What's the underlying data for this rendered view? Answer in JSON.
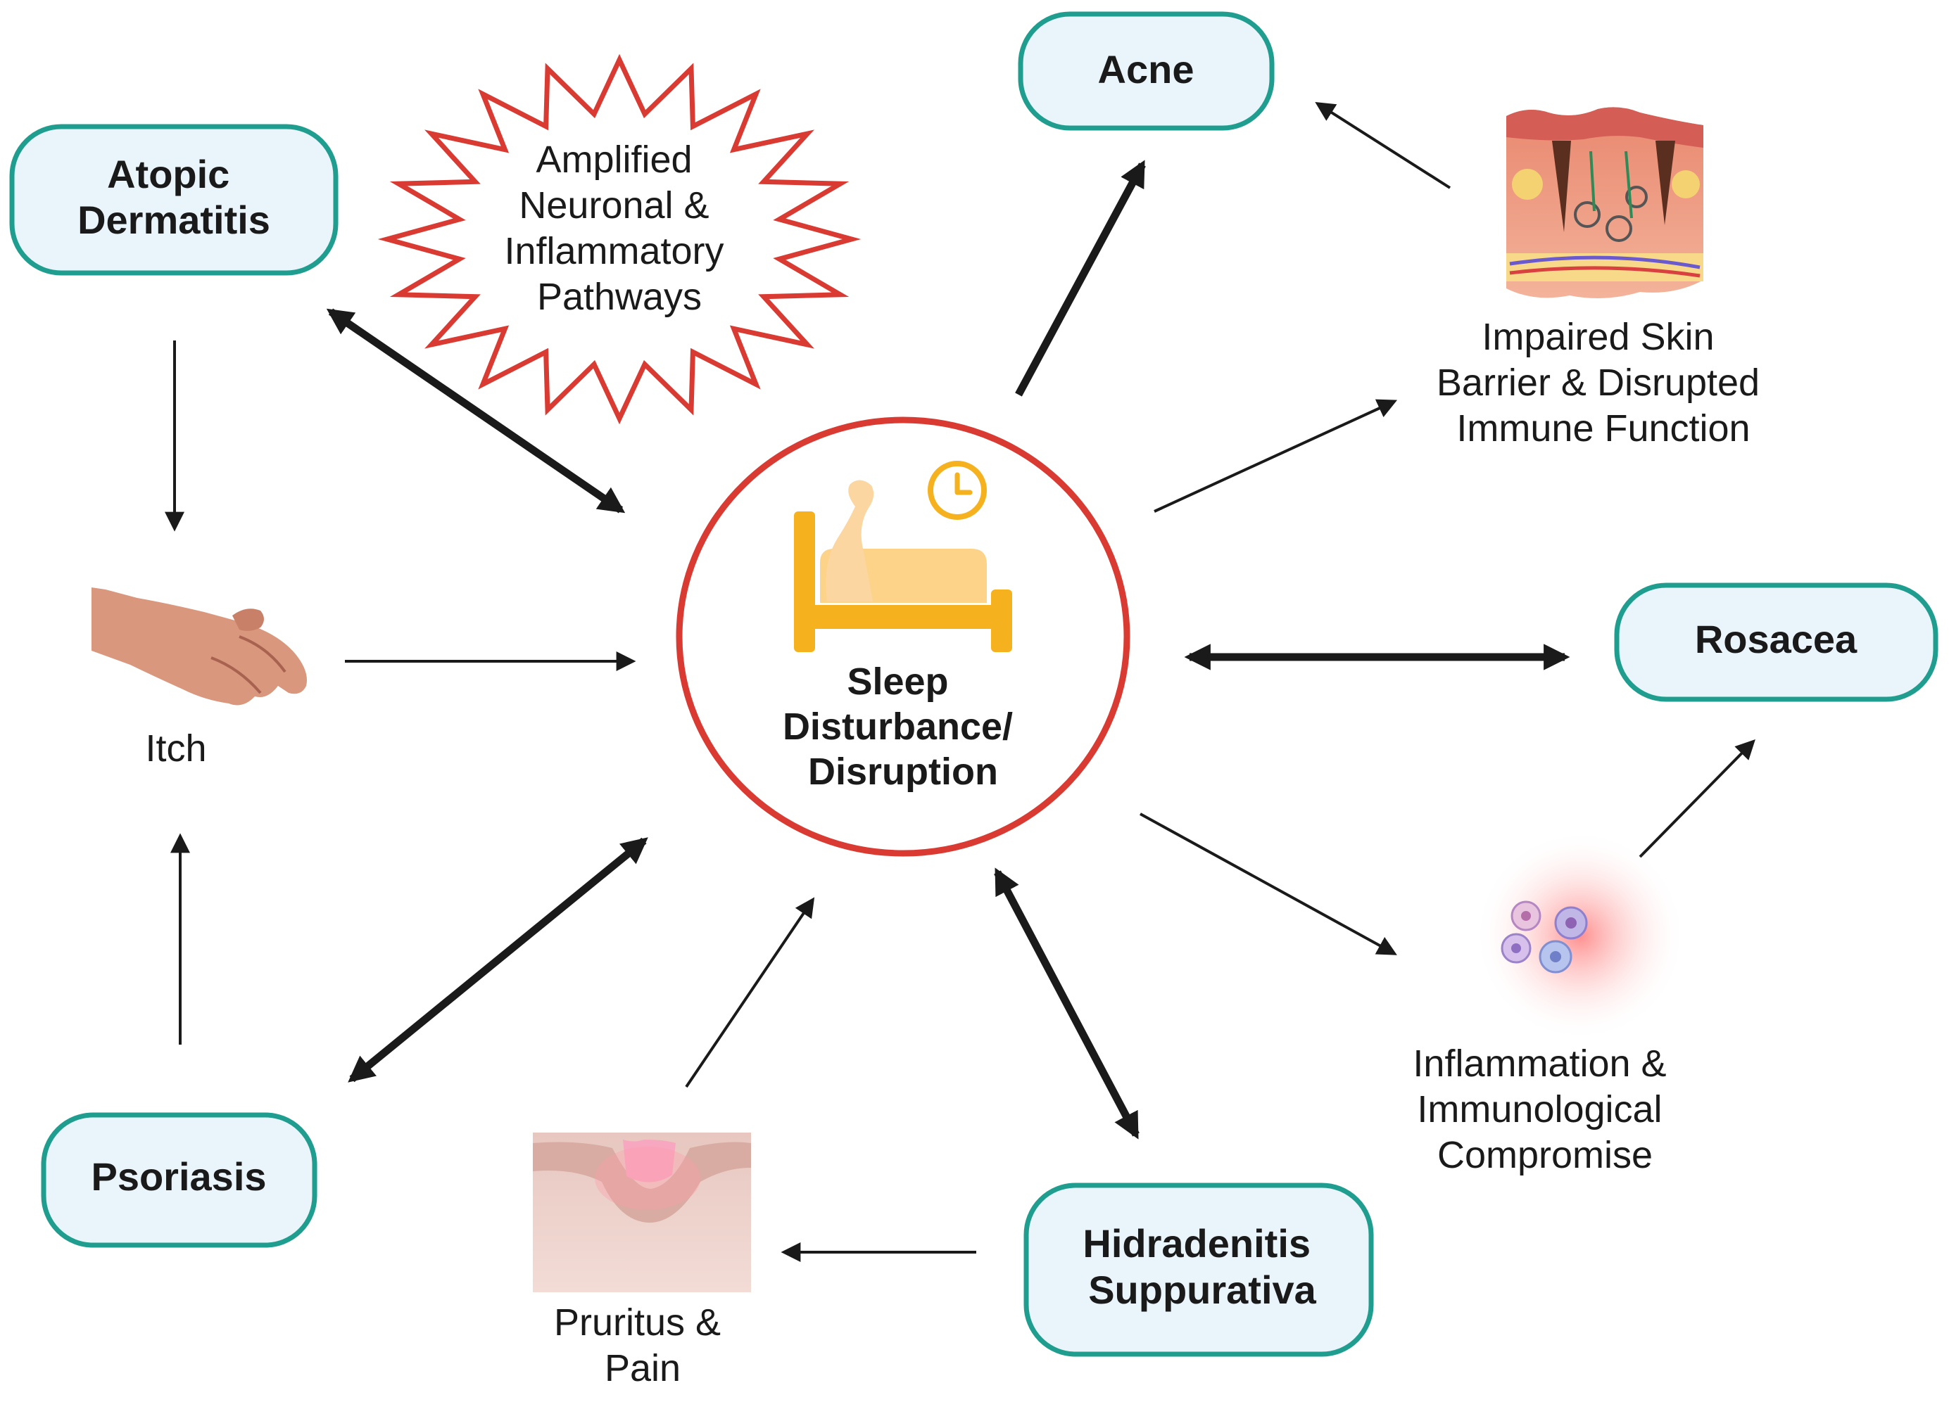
{
  "center": {
    "lines": [
      "Sleep",
      "Disturbance/",
      "Disruption"
    ],
    "icon": "bed-sleep-icon",
    "ring_color": "#d93a32",
    "icon_color": "#f5b21e"
  },
  "nodes": {
    "atopic_dermatitis": {
      "lines": [
        "Atopic",
        "Dermatitis"
      ]
    },
    "acne": {
      "lines": [
        "Acne"
      ]
    },
    "rosacea": {
      "lines": [
        "Rosacea"
      ]
    },
    "psoriasis": {
      "lines": [
        "Psoriasis"
      ]
    },
    "hidradenitis": {
      "lines": [
        "Hidradenitis",
        "Suppurativa"
      ]
    }
  },
  "factors": {
    "amplified": {
      "lines": [
        "Amplified",
        "Neuronal &",
        "Inflammatory",
        "Pathways"
      ],
      "icon": "starburst-icon"
    },
    "itch": {
      "lines": [
        "Itch"
      ],
      "icon": "scratching-hand-icon"
    },
    "skin_barrier": {
      "lines": [
        "Impaired Skin",
        "Barrier & Disrupted",
        "Immune Function"
      ],
      "icon": "skin-cross-section-icon"
    },
    "inflammation": {
      "lines": [
        "Inflammation &",
        "Immunological",
        "Compromise"
      ],
      "icon": "immune-cells-icon"
    },
    "pruritus": {
      "lines": [
        "Pruritus &",
        "Pain"
      ],
      "icon": "skin-lesion-icon"
    }
  },
  "colors": {
    "node_border": "#1f9e8f",
    "node_fill": "#eaf4fb",
    "starburst": "#d93a32",
    "arrow": "#1a1a1a"
  }
}
